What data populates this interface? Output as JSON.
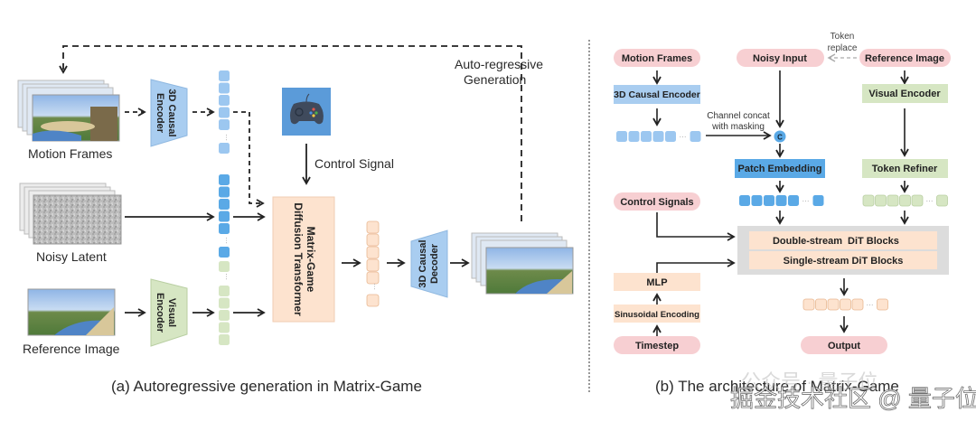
{
  "left_panel": {
    "caption": "(a) Autoregressive generation in Matrix-Game",
    "inputs": {
      "motion_frames": "Motion Frames",
      "noisy_latent": "Noisy Latent",
      "reference_image": "Reference Image"
    },
    "encoder_3d_line1": "3D Causal",
    "encoder_3d_line2": "Encoder",
    "visual_encoder_line1": "Visual",
    "visual_encoder_line2": "Encoder",
    "control_signal": "Control Signal",
    "dit_line1": "Matrix-Game",
    "dit_line2": "Diffusion Transformer",
    "decoder_line1": "3D Causal",
    "decoder_line2": "Decoder",
    "autoregressive_line1": "Auto-regressive",
    "autoregressive_line2": "Generation",
    "gamepad_icon": "gamepad-icon"
  },
  "right_panel": {
    "caption": "(b) The architecture of Matrix-Game",
    "motion_frames": "Motion Frames",
    "noisy_input": "Noisy Input",
    "reference_image": "Reference Image",
    "token_replace_line1": "Token",
    "token_replace_line2": "replace",
    "causal_encoder": "3D Causal Encoder",
    "visual_encoder": "Visual Encoder",
    "channel_concat_line1": "Channel concat",
    "channel_concat_line2": "with masking",
    "concat_symbol": "C",
    "patch_embedding": "Patch Embedding",
    "token_refiner": "Token Refiner",
    "control_signals": "Control Signals",
    "double_stream": "Double-stream",
    "dit_blocks": "DiT Blocks",
    "single_stream": "Single-stream DiT Blocks",
    "mlp": "MLP",
    "sinusoidal": "Sinusoidal Encoding",
    "timestep": "Timestep",
    "output": "Output"
  },
  "watermark": {
    "line1": "公众号 · 量子位",
    "line2": "掘金技术社区 @ 量子位"
  },
  "colors": {
    "blue_light": "#a9cdf0",
    "blue_mid": "#5aa9e6",
    "blue_token": "#9cc7f0",
    "green": "#d6e6c3",
    "peach": "#fde3cf",
    "pink": "#f7cfd2",
    "gray_box": "#dcdcdc",
    "gamepad_bg": "#5b9bd9"
  }
}
